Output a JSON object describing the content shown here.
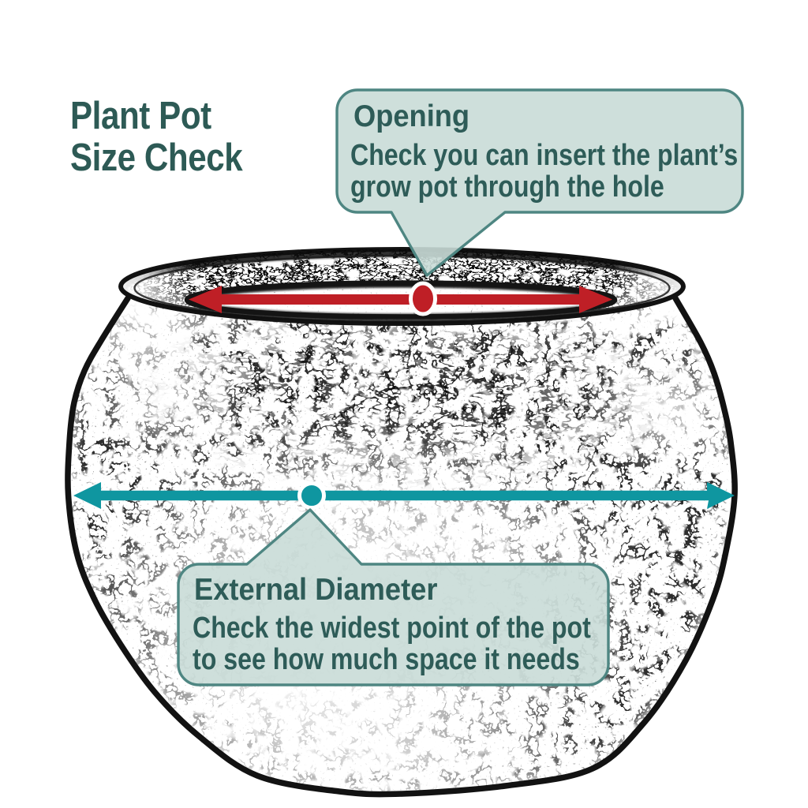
{
  "page": {
    "title_line1": "Plant Pot",
    "title_line2": "Size Check",
    "background_color": "#ffffff"
  },
  "callouts": {
    "opening": {
      "title": "Opening",
      "body_line1": "Check you can insert the plant’s",
      "body_line2": "grow pot through the hole",
      "points_to": "opening-diameter-marker"
    },
    "external_diameter": {
      "title": "External Diameter",
      "body_line1": "Check the widest point of the pot",
      "body_line2": "to see how much space it needs",
      "points_to": "external-diameter-marker"
    }
  },
  "diagram": {
    "subject": "round plant pot sketch",
    "markers": {
      "opening_arrow_color": "#bf1f26",
      "external_arrow_color": "#0f96a0"
    },
    "colors": {
      "title_text": "#2d5a55",
      "callout_text": "#2e5c58",
      "callout_fill": "#c9dcd7",
      "callout_border": "#4e8682",
      "sketch_line": "#141414"
    }
  }
}
